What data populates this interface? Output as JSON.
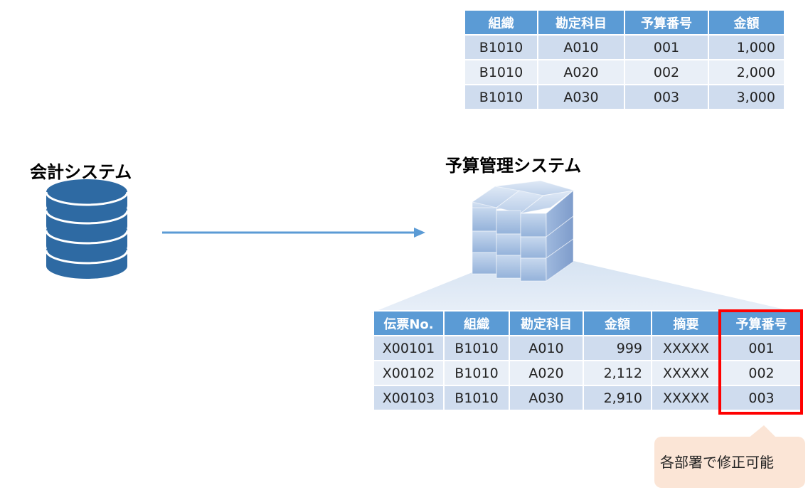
{
  "top_table": {
    "headers": [
      "組織",
      "勘定科目",
      "予算番号",
      "金額"
    ],
    "rows": [
      [
        "B1010",
        "A010",
        "001",
        "1,000"
      ],
      [
        "B1010",
        "A020",
        "002",
        "2,000"
      ],
      [
        "B1010",
        "A030",
        "003",
        "3,000"
      ]
    ]
  },
  "accounting_system": {
    "label": "会計システム",
    "icon": "database-icon"
  },
  "budget_system": {
    "label": "予算管理システム",
    "icon": "cube-icon"
  },
  "bottom_table": {
    "headers": [
      "伝票No.",
      "組織",
      "勘定科目",
      "金額",
      "摘要",
      "予算番号"
    ],
    "rows": [
      [
        "X00101",
        "B1010",
        "A010",
        "999",
        "XXXXX",
        "001"
      ],
      [
        "X00102",
        "B1010",
        "A020",
        "2,112",
        "XXXXX",
        "002"
      ],
      [
        "X00103",
        "B1010",
        "A030",
        "2,910",
        "XXXXX",
        "003"
      ]
    ]
  },
  "callout": {
    "text": "各部署で修正可能"
  },
  "colors": {
    "header_blue": "#5b9bd5",
    "row_odd": "#cfdcee",
    "row_even": "#e9eff7",
    "db_blue": "#2e6aa3",
    "arrow_blue": "#5b9bd5",
    "highlight_red": "#ff0000",
    "callout_fill": "#fbe5d6"
  }
}
